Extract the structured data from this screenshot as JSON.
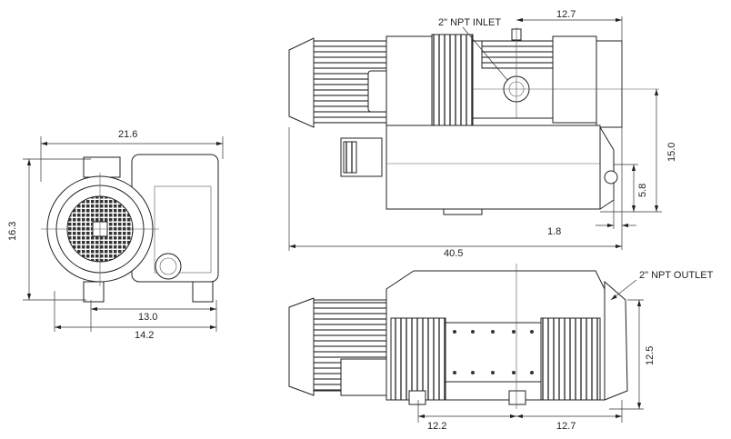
{
  "front_view": {
    "width_dim": "21.6",
    "height_dim": "16.3",
    "foot_spacing_dim": "13.0",
    "base_width_dim": "14.2"
  },
  "top_view": {
    "inlet_label": "2\" NPT INLET",
    "inlet_offset_dim": "12.7",
    "inlet_height_dim": "15.0",
    "outlet_height_dim": "5.8",
    "outlet_offset_dim": "1.8",
    "overall_length_dim": "40.5"
  },
  "bottom_view": {
    "outlet_label": "2\" NPT OUTLET",
    "height_dim": "12.5",
    "foot_left_dim": "12.2",
    "foot_right_dim": "12.7"
  }
}
